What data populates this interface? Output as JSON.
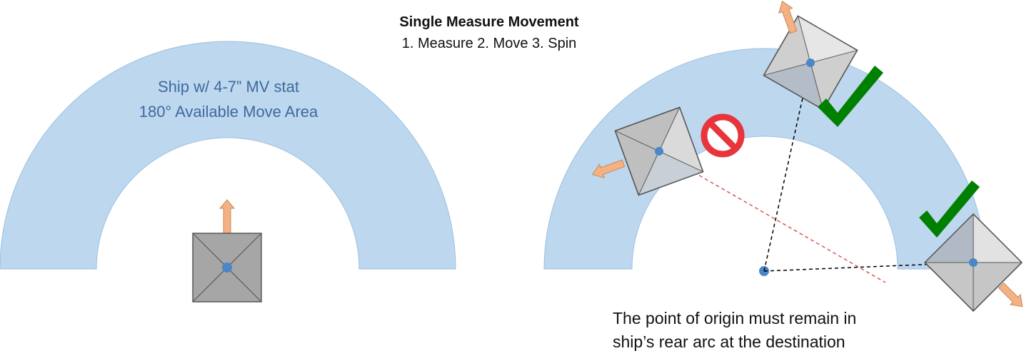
{
  "title": "Single Measure Movement",
  "subtitle": "1. Measure 2. Move 3. Spin",
  "left_area": {
    "line1": "Ship w/ 4-7” MV stat",
    "line2": "180° Available Move Area"
  },
  "caption": {
    "line1": "The point of origin must remain in",
    "line2": "ship’s rear arc at the destination"
  },
  "colors": {
    "move_area": "#bdd7ee",
    "ship_fill": "#a6a6a6",
    "ship_ghost": "#d0d0d0",
    "ship_edge": "#595959",
    "center_dot": "#4a86c8",
    "arrow": "#f4b183",
    "check": "#008000",
    "prohibit": "#e8353b",
    "invalid_line": "#e05555",
    "valid_line": "#000000"
  },
  "markers": {
    "valid": "checkmark-icon",
    "invalid": "prohibited-icon"
  }
}
